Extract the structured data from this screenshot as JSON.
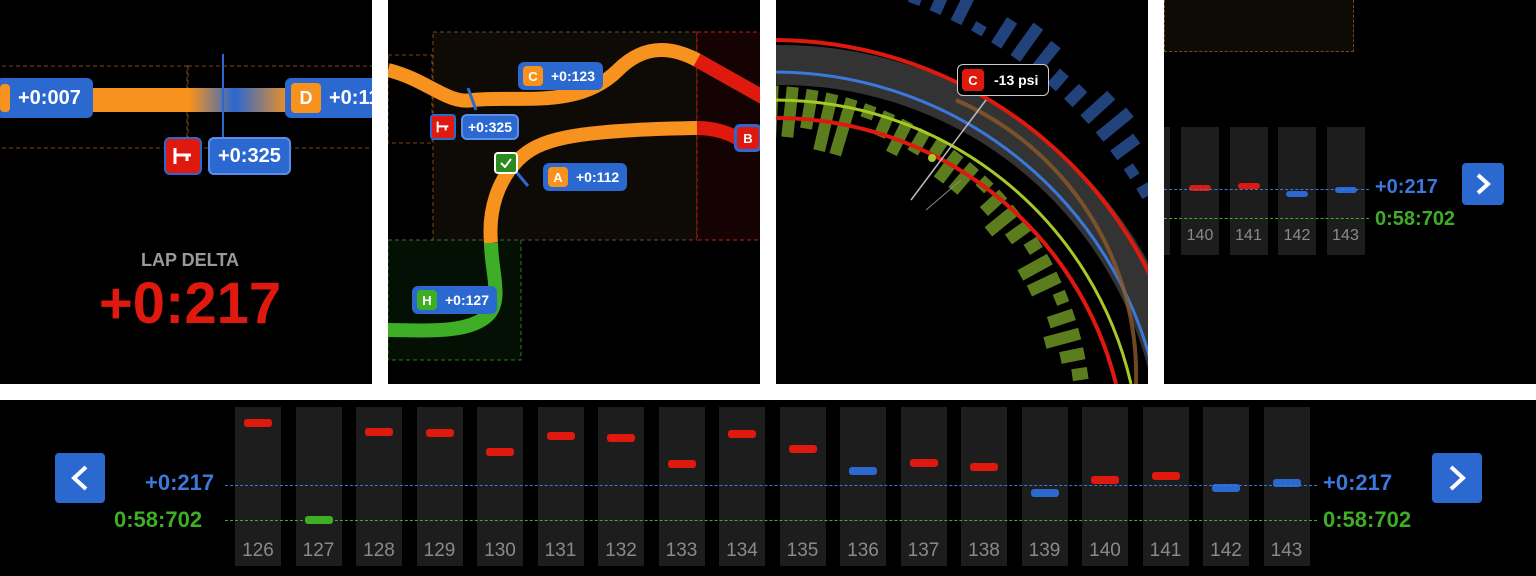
{
  "colors": {
    "red": "#e0190f",
    "orange": "#f7921e",
    "blue": "#2b68cf",
    "line_blue": "#3a78dc",
    "green": "#3dae26",
    "dark_column": "#1d1d1d",
    "olive": "#6b8e23",
    "navy": "#22427c"
  },
  "panel_timeline": {
    "tags": [
      {
        "letter": "",
        "value": "+0:007"
      },
      {
        "letter": "D",
        "value": "+0:11"
      },
      {
        "letter": "icon",
        "value": "+0:325"
      }
    ],
    "lap_delta_label": "LAP DELTA",
    "lap_delta_value": "+0:217"
  },
  "panel_track": {
    "tags": [
      {
        "letter": "C",
        "value": "+0:123",
        "color": "orange"
      },
      {
        "letter": "icon",
        "value": "+0:325",
        "color": "red"
      },
      {
        "letter": "A",
        "value": "+0:112",
        "color": "orange"
      },
      {
        "letter": "H",
        "value": "+0:127",
        "color": "green"
      },
      {
        "letter": "B",
        "value": "",
        "color": "red"
      }
    ]
  },
  "panel_radial": {
    "callout": {
      "letter": "C",
      "value": "-13 psi"
    }
  },
  "panel_laps_zoom": {
    "columns": [
      "140",
      "141",
      "142",
      "143"
    ],
    "delta": "+0:217",
    "best": "0:58:702"
  },
  "lap_strip": {
    "delta": "+0:217",
    "best": "0:58:702",
    "prev_icon": "chevron-left-icon",
    "next_icon": "chevron-right-icon",
    "laps": [
      {
        "num": "126",
        "color": "red",
        "level": 0.96
      },
      {
        "num": "127",
        "color": "green",
        "level": 0.08
      },
      {
        "num": "128",
        "color": "red",
        "level": 0.88
      },
      {
        "num": "129",
        "color": "red",
        "level": 0.87
      },
      {
        "num": "130",
        "color": "red",
        "level": 0.7
      },
      {
        "num": "131",
        "color": "red",
        "level": 0.85
      },
      {
        "num": "132",
        "color": "red",
        "level": 0.83
      },
      {
        "num": "133",
        "color": "red",
        "level": 0.59
      },
      {
        "num": "134",
        "color": "red",
        "level": 0.86
      },
      {
        "num": "135",
        "color": "red",
        "level": 0.73
      },
      {
        "num": "136",
        "color": "blue",
        "level": 0.53
      },
      {
        "num": "137",
        "color": "red",
        "level": 0.6
      },
      {
        "num": "138",
        "color": "red",
        "level": 0.56
      },
      {
        "num": "139",
        "color": "blue",
        "level": 0.33
      },
      {
        "num": "140",
        "color": "red",
        "level": 0.45
      },
      {
        "num": "141",
        "color": "red",
        "level": 0.48
      },
      {
        "num": "142",
        "color": "blue",
        "level": 0.37
      },
      {
        "num": "143",
        "color": "blue",
        "level": 0.42
      }
    ]
  }
}
